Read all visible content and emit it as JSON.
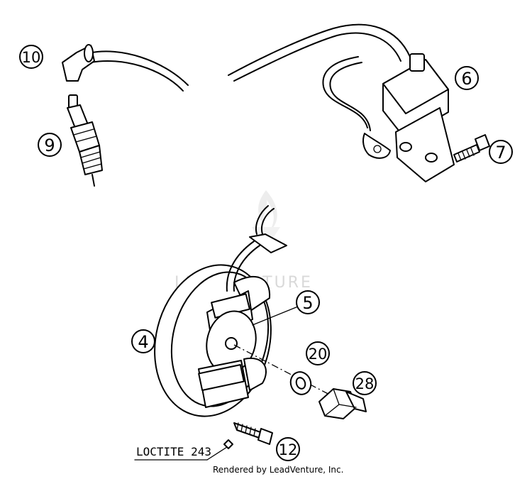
{
  "callouts": {
    "spark_plug_connector": "10",
    "spark_plug": "9",
    "ignition_coil": "6",
    "coil_screw": "7",
    "stator": "5",
    "rotor": "4",
    "washer": "20",
    "nut": "28",
    "stator_screw": "12"
  },
  "labels": {
    "loctite": "LOCTITE 243",
    "watermark": "LEADVENTURE"
  },
  "footer": {
    "credit": "Rendered by LeadVenture, Inc."
  },
  "colors": {
    "line": "#000000",
    "background": "#ffffff",
    "watermark": "#d9d9d9"
  },
  "icons": {
    "watermark_logo": "flame-icon"
  }
}
